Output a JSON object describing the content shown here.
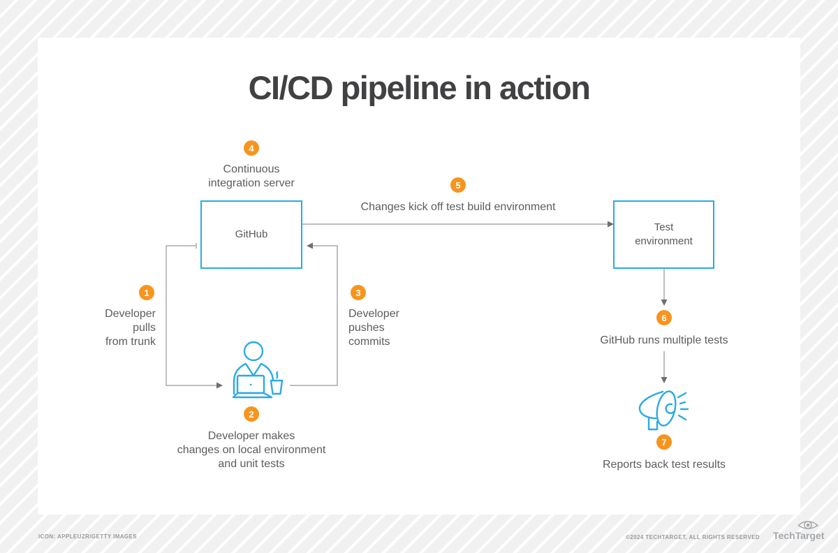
{
  "title": "CI/CD pipeline in action",
  "nodes": {
    "github": {
      "label": "GitHub"
    },
    "test_environment": {
      "label": "Test\nenvironment"
    }
  },
  "steps": {
    "s1": {
      "num": "1",
      "label": "Developer\npulls\nfrom trunk"
    },
    "s2": {
      "num": "2",
      "label": "Developer makes\nchanges on local environment\nand unit tests"
    },
    "s3": {
      "num": "3",
      "label": "Developer\npushes\ncommits"
    },
    "s4": {
      "num": "4",
      "label": "Continuous\nintegration server"
    },
    "s5": {
      "num": "5",
      "label": "Changes kick off test build environment"
    },
    "s6": {
      "num": "6",
      "label": "GitHub runs multiple tests"
    },
    "s7": {
      "num": "7",
      "label": "Reports back test results"
    }
  },
  "footer": {
    "credit": "ICON: APPLEUZR/GETTY IMAGES",
    "copyright": "©2024 TECHTARGET, ALL RIGHTS RESERVED",
    "brand": "TechTarget"
  },
  "colors": {
    "accent_orange": "#F7941E",
    "accent_blue": "#29ABE2",
    "connector_gray": "#A7A9AC",
    "text_dark": "#58595B",
    "title_color": "#414042"
  }
}
